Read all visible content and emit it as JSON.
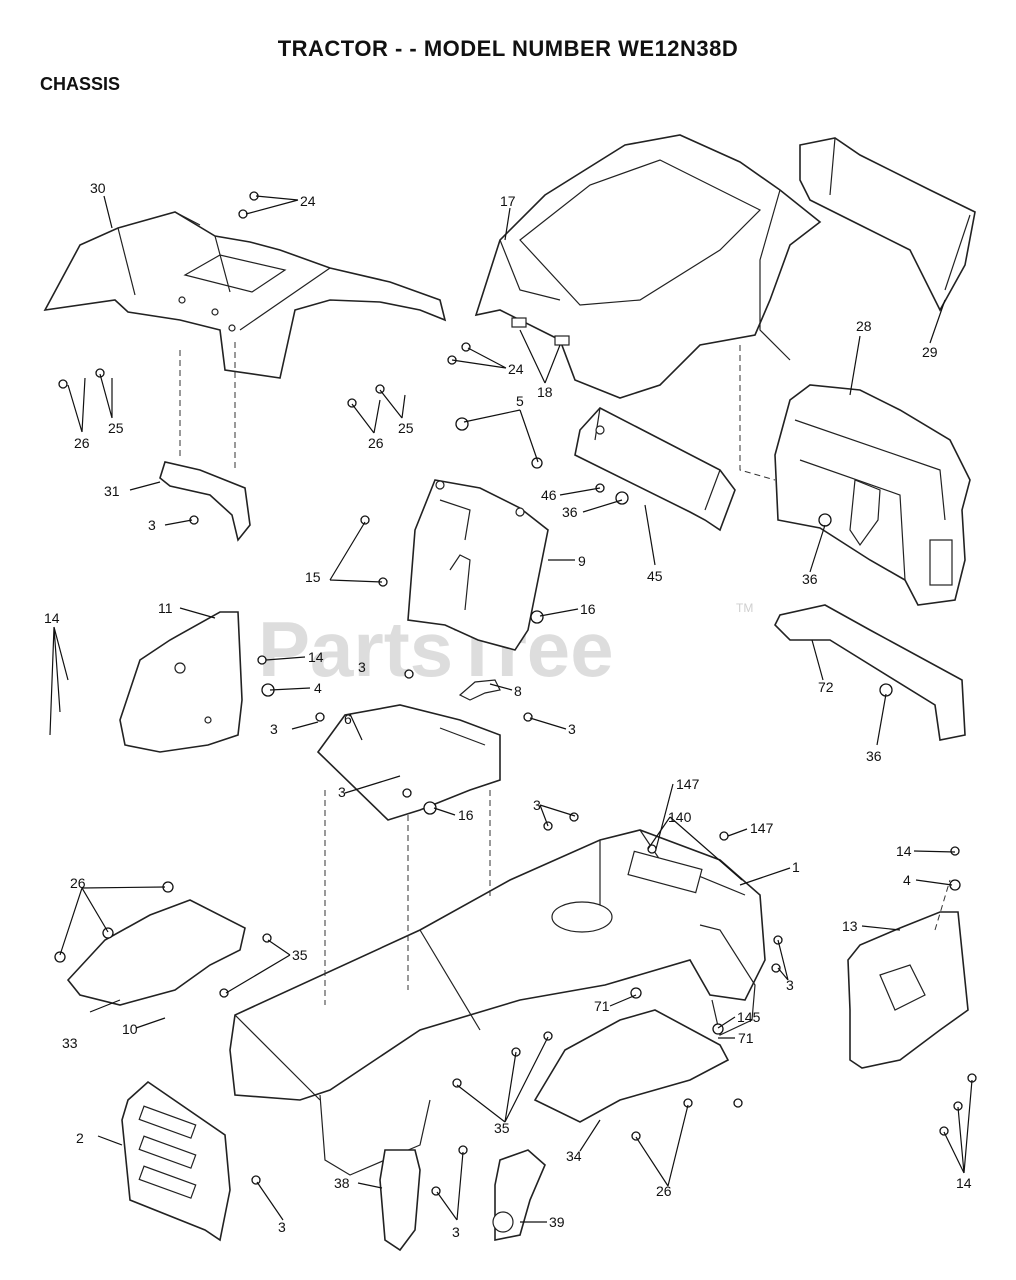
{
  "header": {
    "title": "TRACTOR - - MODEL NUMBER WE12N38D",
    "section": "CHASSIS"
  },
  "watermark": {
    "text": "PartsTree",
    "tm": "TM"
  },
  "callouts": [
    {
      "id": "c30",
      "label": "30"
    },
    {
      "id": "c24a",
      "label": "24"
    },
    {
      "id": "c17",
      "label": "17"
    },
    {
      "id": "c29",
      "label": "29"
    },
    {
      "id": "c28",
      "label": "28"
    },
    {
      "id": "c24b",
      "label": "24"
    },
    {
      "id": "c18",
      "label": "18"
    },
    {
      "id": "c26a",
      "label": "26"
    },
    {
      "id": "c25a",
      "label": "25"
    },
    {
      "id": "c26b",
      "label": "26"
    },
    {
      "id": "c25b",
      "label": "25"
    },
    {
      "id": "c5",
      "label": "5"
    },
    {
      "id": "c46",
      "label": "46"
    },
    {
      "id": "c36a",
      "label": "36"
    },
    {
      "id": "c31",
      "label": "31"
    },
    {
      "id": "c3a",
      "label": "3"
    },
    {
      "id": "c9",
      "label": "9"
    },
    {
      "id": "c45",
      "label": "45"
    },
    {
      "id": "c36b",
      "label": "36"
    },
    {
      "id": "c15",
      "label": "15"
    },
    {
      "id": "c11",
      "label": "11"
    },
    {
      "id": "c16a",
      "label": "16"
    },
    {
      "id": "c14a",
      "label": "14"
    },
    {
      "id": "c14b",
      "label": "14"
    },
    {
      "id": "c3b",
      "label": "3"
    },
    {
      "id": "c72",
      "label": "72"
    },
    {
      "id": "c4a",
      "label": "4"
    },
    {
      "id": "c8",
      "label": "8"
    },
    {
      "id": "c6",
      "label": "6"
    },
    {
      "id": "c3c",
      "label": "3"
    },
    {
      "id": "c3d",
      "label": "3"
    },
    {
      "id": "c36c",
      "label": "36"
    },
    {
      "id": "c3e",
      "label": "3"
    },
    {
      "id": "c147a",
      "label": "147"
    },
    {
      "id": "c16b",
      "label": "16"
    },
    {
      "id": "c3f",
      "label": "3"
    },
    {
      "id": "c140",
      "label": "140"
    },
    {
      "id": "c147b",
      "label": "147"
    },
    {
      "id": "c1",
      "label": "1"
    },
    {
      "id": "c14c",
      "label": "14"
    },
    {
      "id": "c4b",
      "label": "4"
    },
    {
      "id": "c26c",
      "label": "26"
    },
    {
      "id": "c13",
      "label": "13"
    },
    {
      "id": "c35a",
      "label": "35"
    },
    {
      "id": "c3g",
      "label": "3"
    },
    {
      "id": "c71a",
      "label": "71"
    },
    {
      "id": "c145",
      "label": "145"
    },
    {
      "id": "c71b",
      "label": "71"
    },
    {
      "id": "c33",
      "label": "33"
    },
    {
      "id": "c10",
      "label": "10"
    },
    {
      "id": "c2",
      "label": "2"
    },
    {
      "id": "c35b",
      "label": "35"
    },
    {
      "id": "c34",
      "label": "34"
    },
    {
      "id": "c26d",
      "label": "26"
    },
    {
      "id": "c14d",
      "label": "14"
    },
    {
      "id": "c38",
      "label": "38"
    },
    {
      "id": "c39",
      "label": "39"
    },
    {
      "id": "c3h",
      "label": "3"
    },
    {
      "id": "c3i",
      "label": "3"
    }
  ]
}
